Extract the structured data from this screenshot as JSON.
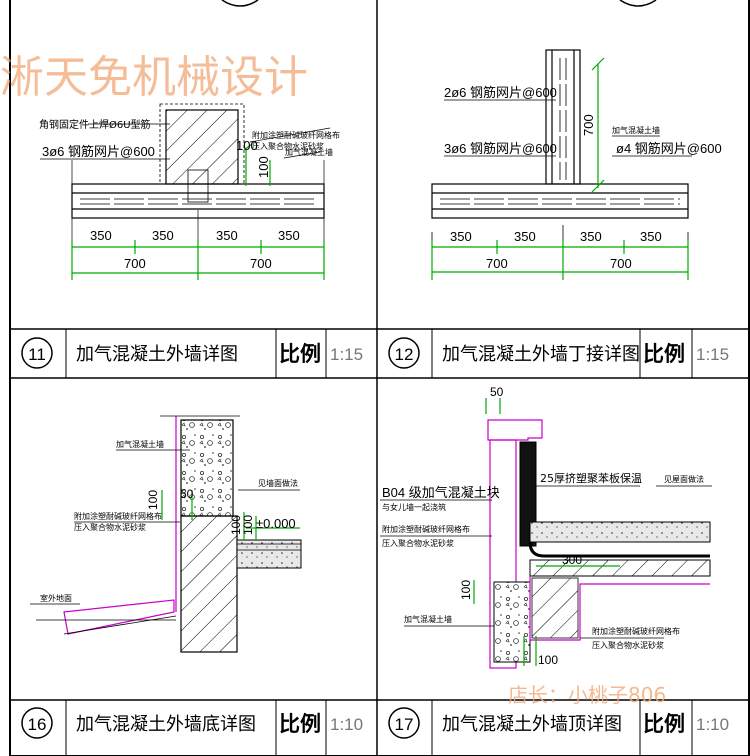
{
  "watermark_top": "淅天免机械设计",
  "watermark_bottom": "店长：小桃子806",
  "panels": [
    {
      "number": "11",
      "title": "加气混凝土外墙详图",
      "scale_label": "比例",
      "scale": "1:15",
      "notes": [
        "角钢固定件上焊Ø6U型筋",
        "附加涂塑耐碱玻纤网格布",
        "压入聚合物水泥砂浆",
        "加气混凝土墙"
      ],
      "rebar_label": "3ø6 钢筋网片@600",
      "dims": [
        "100",
        "100",
        "350",
        "350",
        "350",
        "350",
        "700",
        "700"
      ]
    },
    {
      "number": "12",
      "title": "加气混凝土外墙丁接详图",
      "scale_label": "比例",
      "scale": "1:15",
      "labels": [
        "2ø6 钢筋网片@600",
        "3ø6 钢筋网片@600",
        "ø4 钢筋网片@600",
        "加气混凝土墙"
      ],
      "dims": [
        "700",
        "350",
        "350",
        "350",
        "350",
        "700",
        "700"
      ]
    },
    {
      "number": "16",
      "title": "加气混凝土外墙底详图",
      "scale_label": "比例",
      "scale": "1:10",
      "notes": [
        "加气混凝土墙",
        "附加涂塑耐碱玻纤网格布",
        "压入聚合物水泥砂浆",
        "见墙面做法",
        "室外地面"
      ],
      "elevation": "±0.000",
      "dims": [
        "100",
        "50",
        "100",
        "100"
      ]
    },
    {
      "number": "17",
      "title": "加气混凝土外墙顶详图",
      "scale_label": "比例",
      "scale": "1:10",
      "notes": [
        "B04 级加气混凝土块",
        "与女儿墙一起浇筑",
        "附加涂塑耐碱玻纤网格布",
        "压入聚合物水泥砂浆",
        "25厚挤塑聚苯板保温",
        "见屋面做法",
        "加气混凝土墙"
      ],
      "dims": [
        "50",
        "300",
        "100",
        "100"
      ]
    }
  ]
}
